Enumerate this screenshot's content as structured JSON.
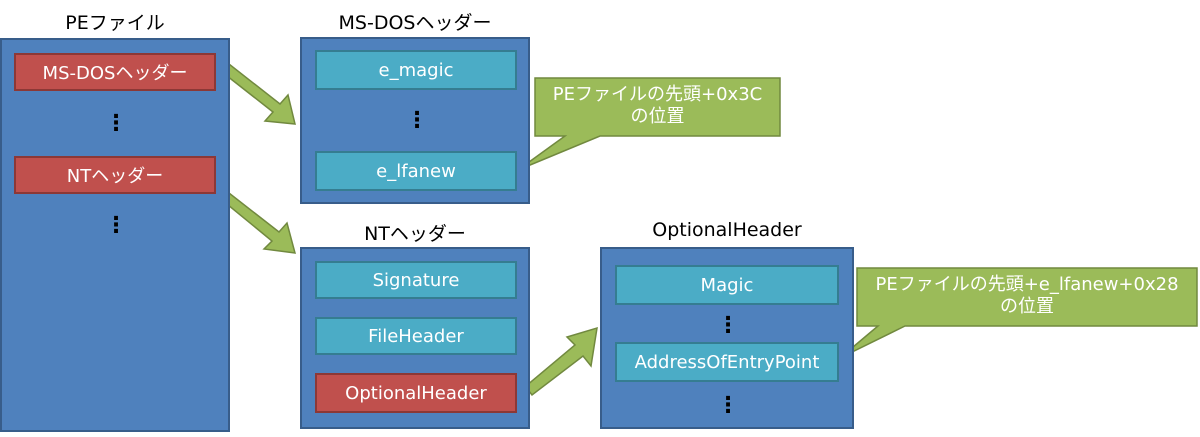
{
  "pe_file": {
    "title": "PEファイル",
    "msdos_header": "MS-DOSヘッダー",
    "nt_header": "NTヘッダー",
    "dots": "⋮"
  },
  "msdos": {
    "title": "MS-DOSヘッダー",
    "e_magic": "e_magic",
    "e_lfanew": "e_lfanew",
    "dots": "⋮"
  },
  "nt": {
    "title": "NTヘッダー",
    "signature": "Signature",
    "file_header": "FileHeader",
    "optional_header": "OptionalHeader"
  },
  "optional": {
    "title": "OptionalHeader",
    "magic": "Magic",
    "entry_point": "AddressOfEntryPoint",
    "dots": "⋮"
  },
  "callouts": {
    "lfanew_line1": "PEファイルの先頭+0x3C",
    "lfanew_line2": "の位置",
    "entry_line1": "PEファイルの先頭+e_lfanew+0x28",
    "entry_line2": "の位置"
  },
  "colors": {
    "panel": "#4f81bd",
    "teal_field": "#4bacc6",
    "red_field": "#c0504d",
    "callout": "#9bbb59",
    "arrow": "#9bbb59"
  }
}
